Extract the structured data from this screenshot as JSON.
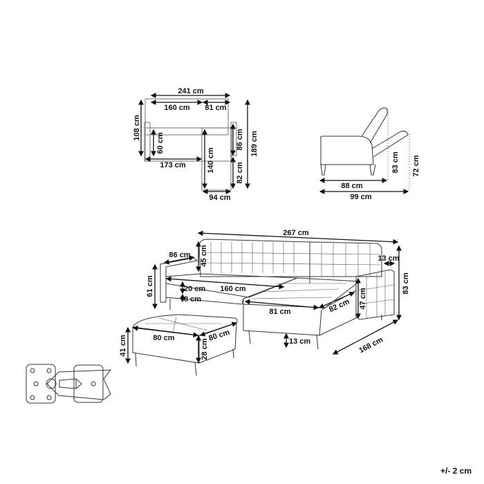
{
  "top_view": {
    "width_total": "241 cm",
    "width_main": "160 cm",
    "width_chaise": "81 cm",
    "depth_left": "108 cm",
    "seat_depth": "60 cm",
    "seat_width": "173 cm",
    "chaise_length": "140 cm",
    "arm_depth": "86 cm",
    "depth_total": "189 cm",
    "chaise_front": "82 cm",
    "chaise_width": "94 cm"
  },
  "side_view": {
    "recline_depth": "88 cm",
    "bed_depth": "99 cm",
    "height_back": "83 cm",
    "height_recline": "72 cm"
  },
  "perspective_view": {
    "total_width": "267 cm",
    "arm_depth": "86 cm",
    "back_height": "45 cm",
    "total_height_left": "61 cm",
    "seat_height": "20 cm",
    "seat_width": "160 cm",
    "leg_gap": "8 cm",
    "chaise_width": "81 cm",
    "chaise_depth": "82 cm",
    "arm_height": "47 cm",
    "arm_width": "13 cm",
    "total_height": "83 cm",
    "total_depth": "168 cm",
    "leg_height": "13 cm"
  },
  "ottoman": {
    "width": "80 cm",
    "depth": "80 cm",
    "height": "41 cm",
    "body_height": "28 cm"
  },
  "connector_icon": "bracket-connector-icon",
  "tolerance": "+/- 2 cm"
}
